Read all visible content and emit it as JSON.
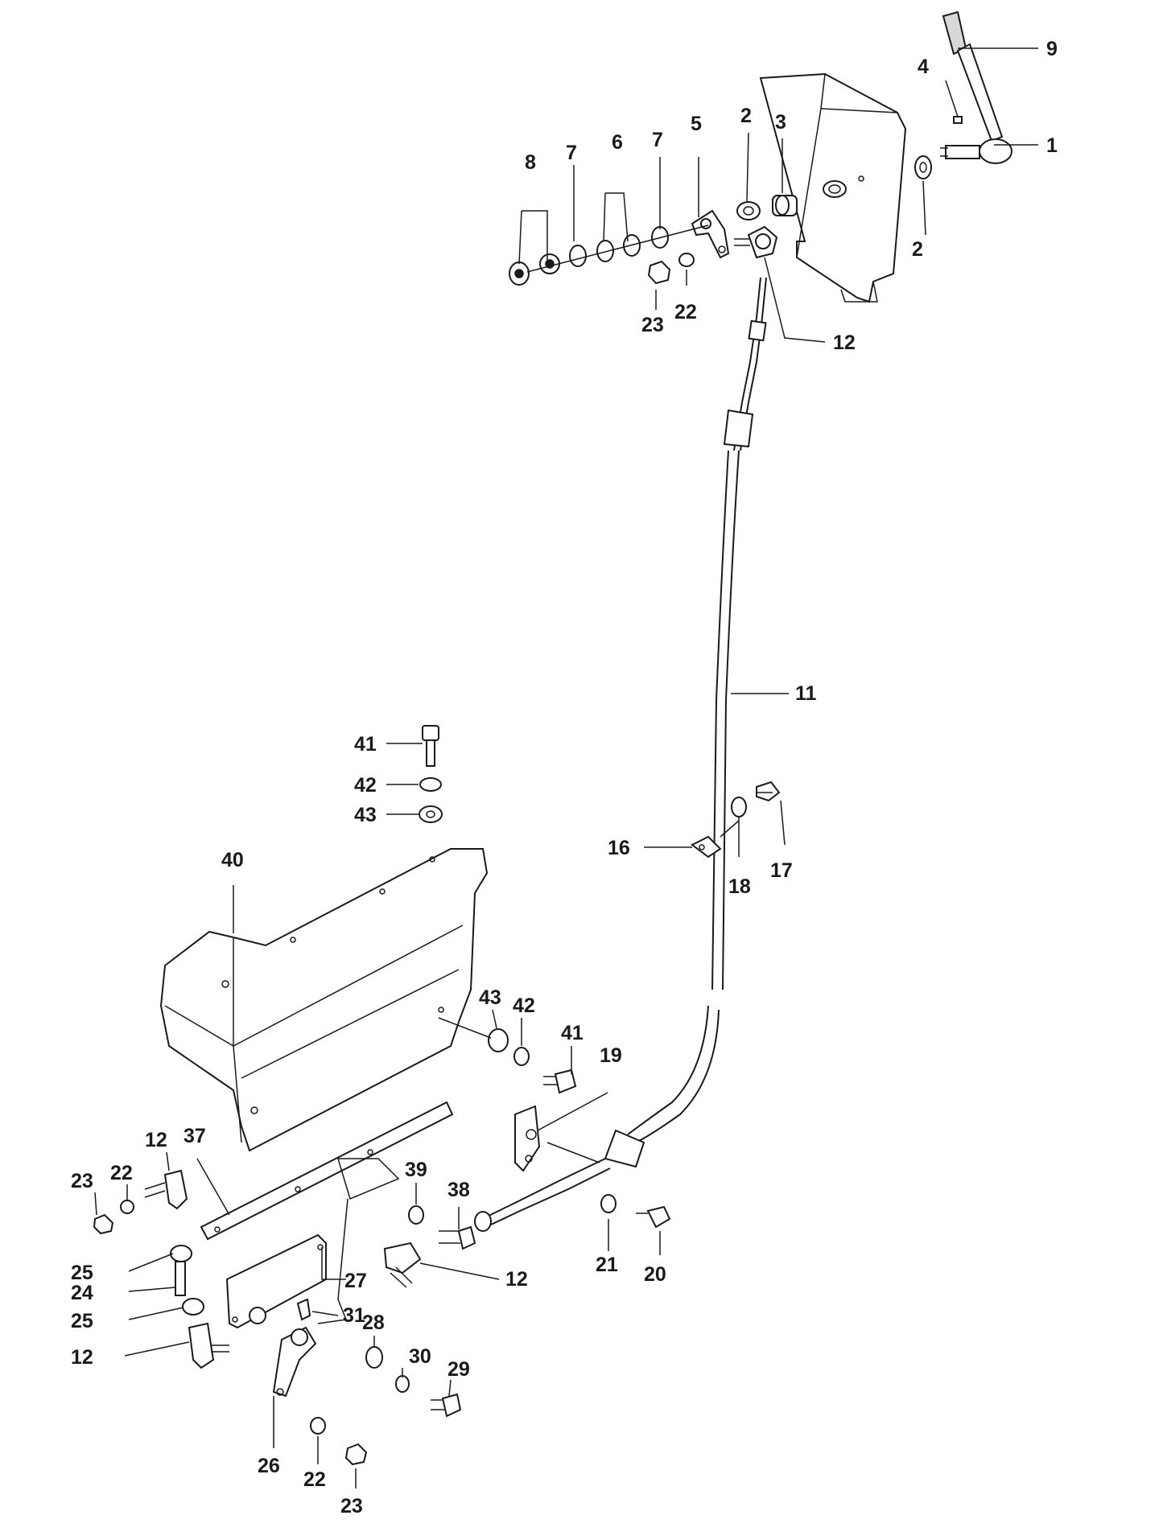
{
  "diagram": {
    "callouts": [
      {
        "id": "c9",
        "text": "9"
      },
      {
        "id": "c4",
        "text": "4"
      },
      {
        "id": "c1",
        "text": "1"
      },
      {
        "id": "c2a",
        "text": "2"
      },
      {
        "id": "c2b",
        "text": "2"
      },
      {
        "id": "c3",
        "text": "3"
      },
      {
        "id": "c5",
        "text": "5"
      },
      {
        "id": "c7a",
        "text": "7"
      },
      {
        "id": "c6",
        "text": "6"
      },
      {
        "id": "c7b",
        "text": "7"
      },
      {
        "id": "c8",
        "text": "8"
      },
      {
        "id": "c23a",
        "text": "23"
      },
      {
        "id": "c22a",
        "text": "22"
      },
      {
        "id": "c12a",
        "text": "12"
      },
      {
        "id": "c11",
        "text": "11"
      },
      {
        "id": "c41a",
        "text": "41"
      },
      {
        "id": "c42a",
        "text": "42"
      },
      {
        "id": "c43a",
        "text": "43"
      },
      {
        "id": "c40",
        "text": "40"
      },
      {
        "id": "c16",
        "text": "16"
      },
      {
        "id": "c17",
        "text": "17"
      },
      {
        "id": "c18",
        "text": "18"
      },
      {
        "id": "c43b",
        "text": "43"
      },
      {
        "id": "c42b",
        "text": "42"
      },
      {
        "id": "c41b",
        "text": "41"
      },
      {
        "id": "c19",
        "text": "19"
      },
      {
        "id": "c37",
        "text": "37"
      },
      {
        "id": "c12b",
        "text": "12"
      },
      {
        "id": "c22b",
        "text": "22"
      },
      {
        "id": "c23b",
        "text": "23"
      },
      {
        "id": "c39",
        "text": "39"
      },
      {
        "id": "c38",
        "text": "38"
      },
      {
        "id": "c21",
        "text": "21"
      },
      {
        "id": "c20",
        "text": "20"
      },
      {
        "id": "c25a",
        "text": "25"
      },
      {
        "id": "c24",
        "text": "24"
      },
      {
        "id": "c25b",
        "text": "25"
      },
      {
        "id": "c12c",
        "text": "12"
      },
      {
        "id": "c27",
        "text": "27"
      },
      {
        "id": "c31",
        "text": "31"
      },
      {
        "id": "c12d",
        "text": "12"
      },
      {
        "id": "c28",
        "text": "28"
      },
      {
        "id": "c30",
        "text": "30"
      },
      {
        "id": "c29",
        "text": "29"
      },
      {
        "id": "c26",
        "text": "26"
      },
      {
        "id": "c22c",
        "text": "22"
      },
      {
        "id": "c23c",
        "text": "23"
      }
    ]
  }
}
